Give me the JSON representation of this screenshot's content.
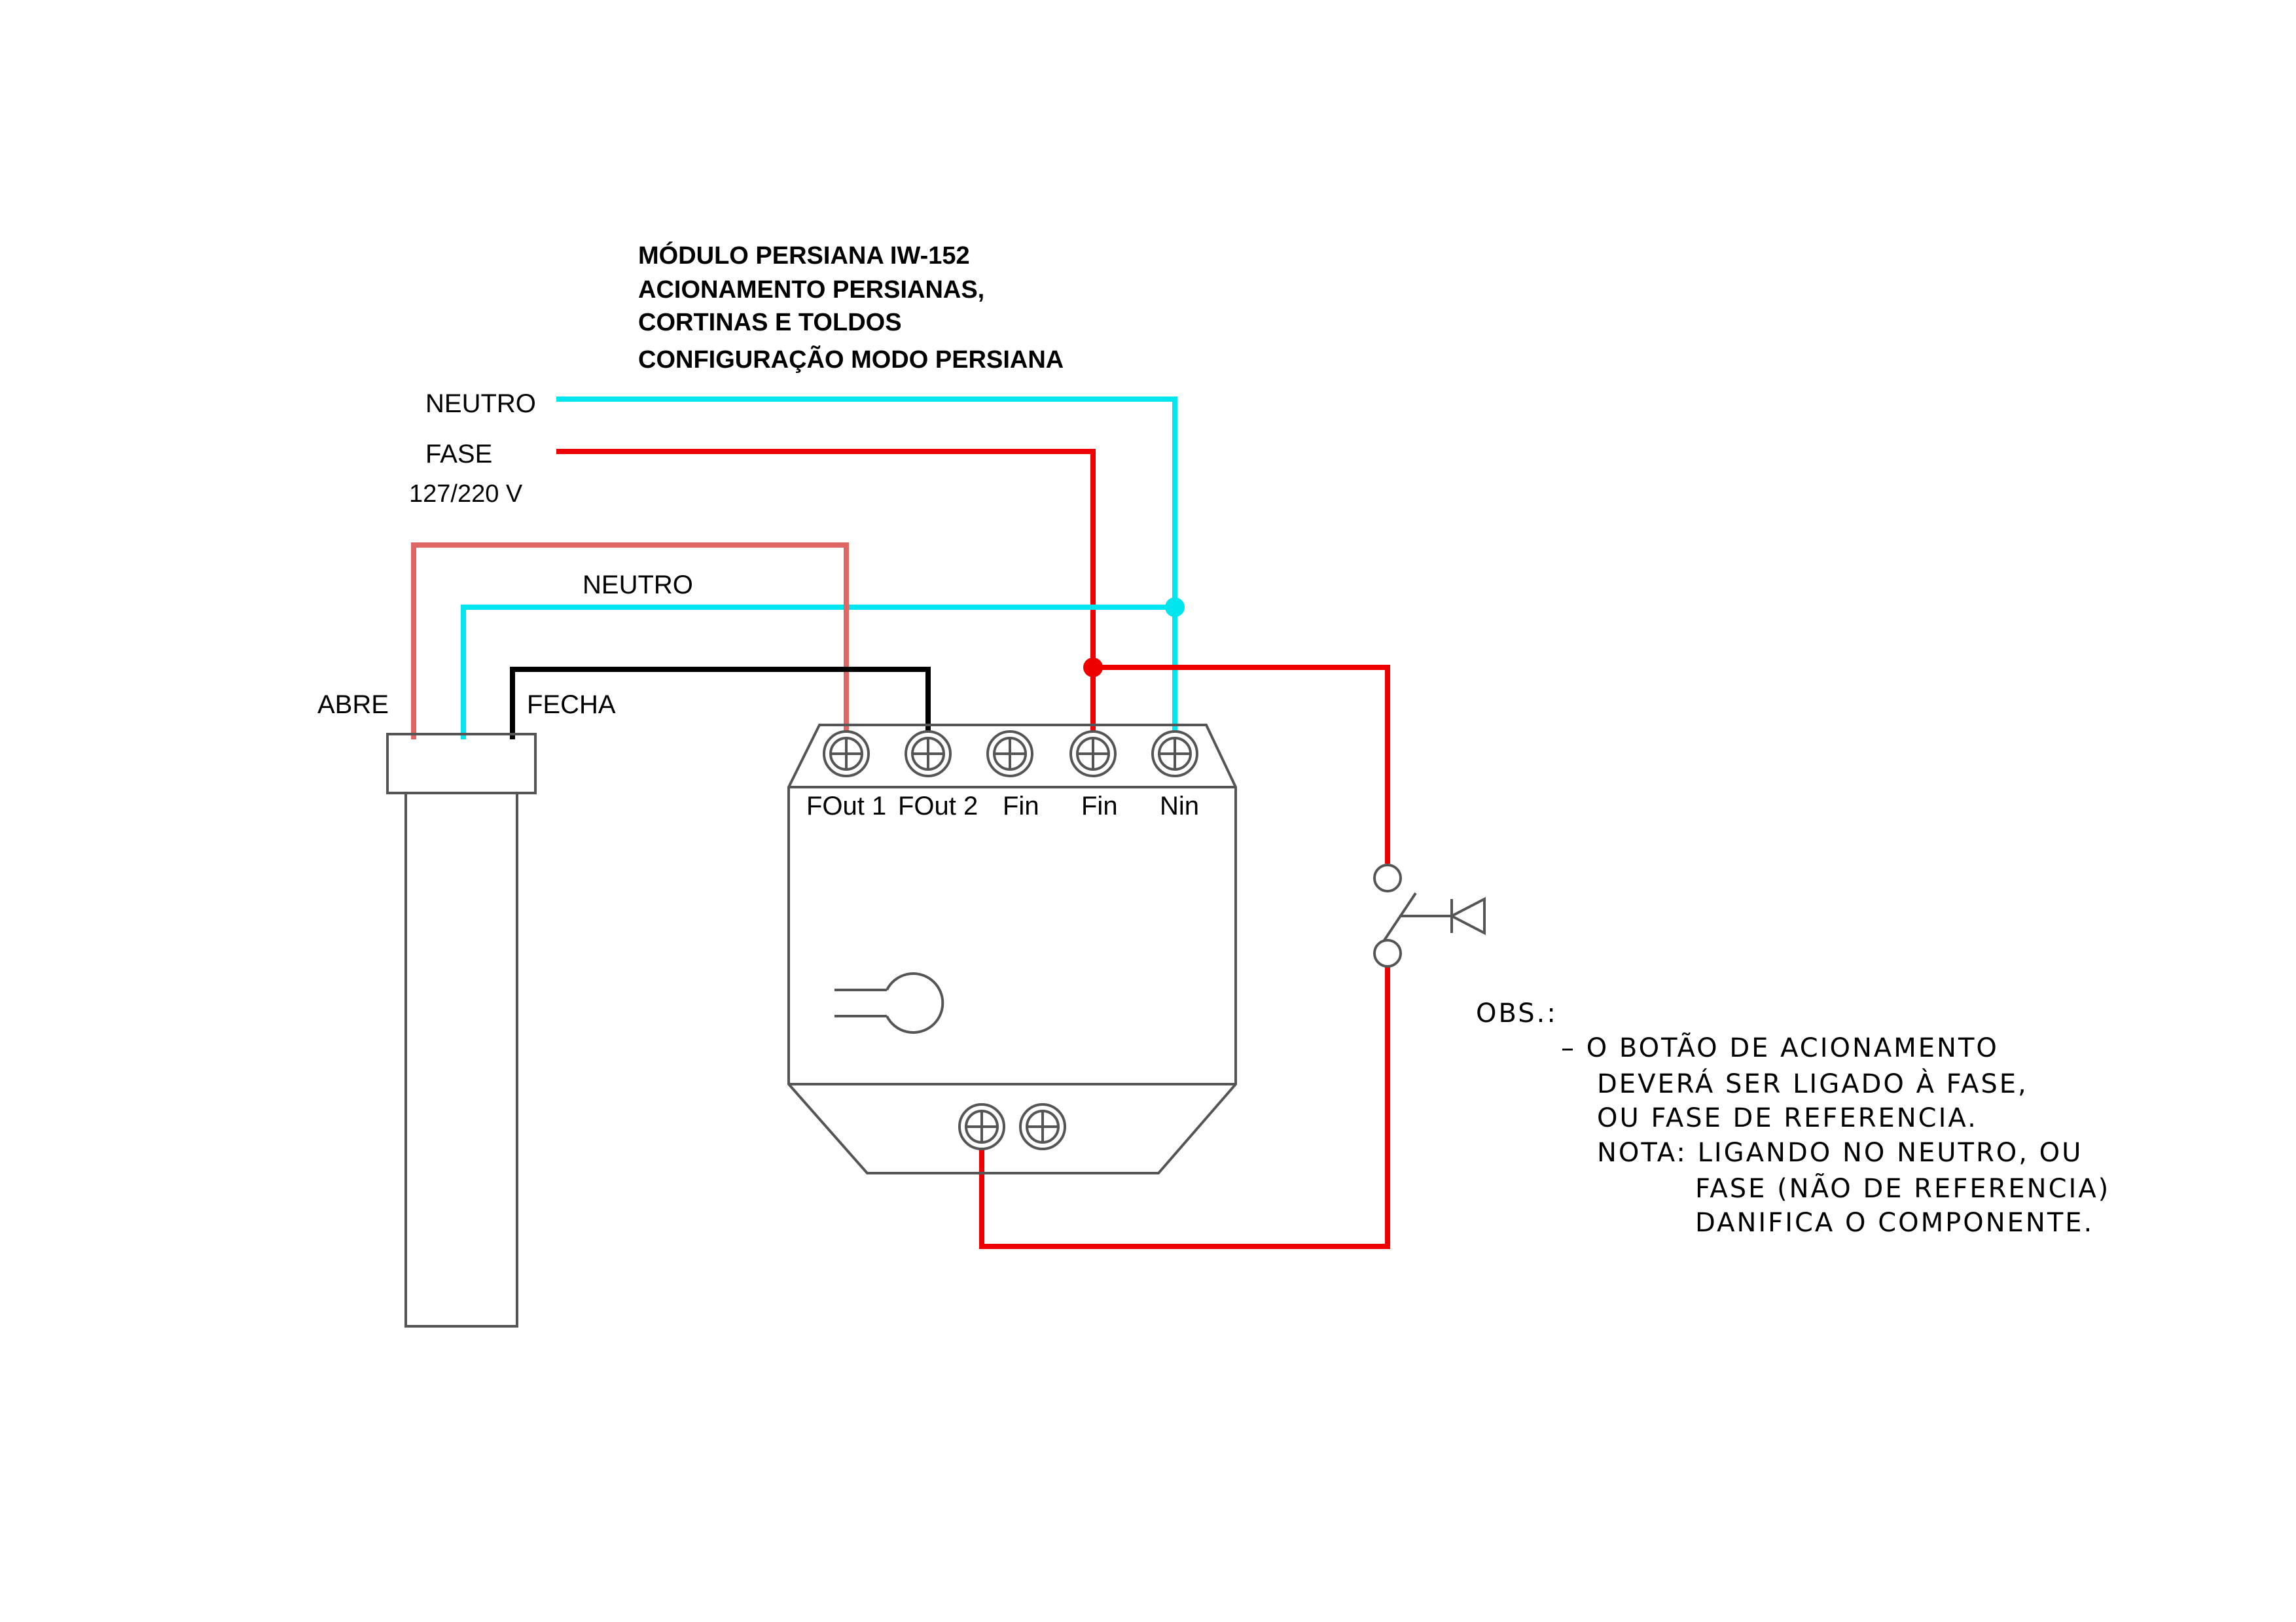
{
  "title": {
    "lines": [
      "MÓDULO PERSIANA  IW-152",
      "ACIONAMENTO PERSIANAS,",
      "CORTINAS E TOLDOS",
      "CONFIGURAÇÃO MODO PERSIANA"
    ]
  },
  "supply": {
    "neutro": "NEUTRO",
    "fase": "FASE",
    "voltage": "127/220 V"
  },
  "motor": {
    "neutro": "NEUTRO",
    "abre": "ABRE",
    "fecha": "FECHA"
  },
  "terminals": [
    "FOut 1",
    "FOut 2",
    "Fin",
    "Fin",
    "Nin"
  ],
  "notes": {
    "heading": "OBS.:",
    "lines": [
      "–  O BOTÃO DE ACIONAMENTO",
      "DEVERÁ SER LIGADO À FASE,",
      "OU FASE DE REFERENCIA.",
      "NOTA: LIGANDO NO NEUTRO, OU",
      "FASE (NÃO DE REFERENCIA)",
      "DANIFICA O COMPONENTE."
    ]
  },
  "colors": {
    "neutral": "#00e5ee",
    "phase": "#ee0000",
    "open": "#e06666",
    "close": "#000000",
    "outline": "#555555"
  }
}
